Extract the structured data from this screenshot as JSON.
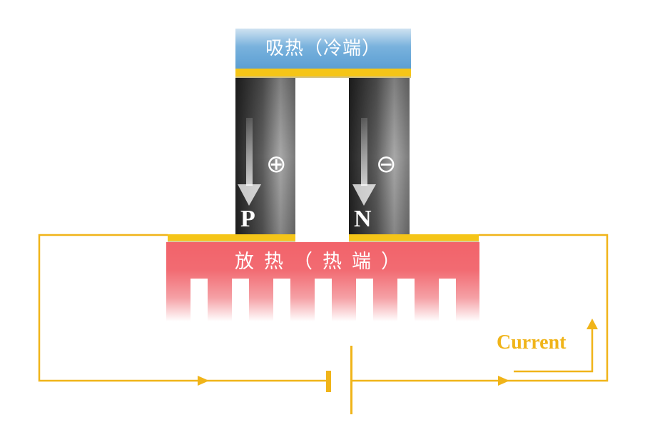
{
  "cold_side": {
    "label": "吸热（冷端）"
  },
  "hot_side": {
    "label": "放热（热端）"
  },
  "p_leg": {
    "letter": "P",
    "sign": "⊕"
  },
  "n_leg": {
    "letter": "N",
    "sign": "⊖"
  },
  "current": {
    "label": "Current"
  },
  "colors": {
    "cold_plate": "#6aa7d6",
    "hot_plate": "#f0686f",
    "conductor": "#f5c518",
    "circuit_wire": "#f0b419",
    "semiconductor_dark": "#2f2f2f",
    "semiconductor_light": "#9e9e9e"
  }
}
